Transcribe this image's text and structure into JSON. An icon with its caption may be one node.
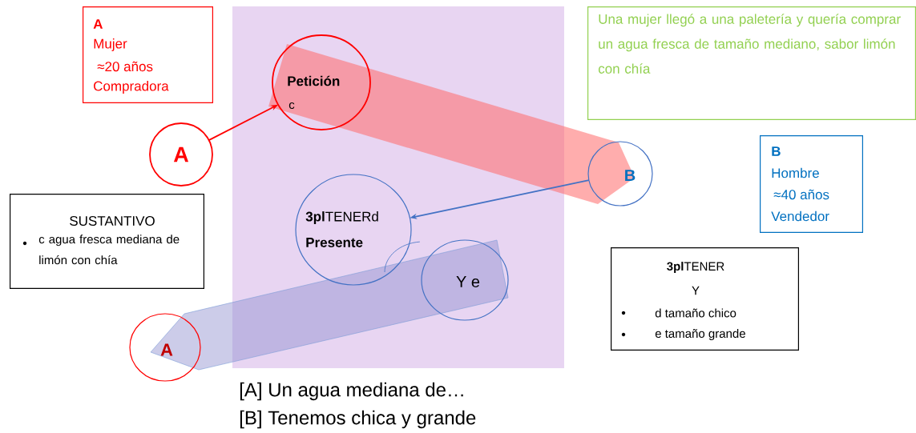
{
  "diagram": {
    "nodes": [
      {
        "text": [
          "A",
          "Mujer",
          "≈20 años",
          "Compradora"
        ]
      },
      {
        "text": [
          "A"
        ]
      },
      {
        "text": [
          "Petición",
          "c"
        ]
      },
      {
        "text": [
          "B"
        ]
      },
      {
        "text": [
          "**3pl**TENERd",
          "Presente"
        ]
      },
      {
        "text": [
          "Y e"
        ]
      },
      {
        "text": [
          "A"
        ]
      },
      {
        "text": [
          "SUSTANTIVO",
          "c agua fresca mediana de limón con chía"
        ]
      },
      {
        "text": [
          "Una mujer llegó a una paletería y quería comprar un agua fresca de tamaño mediano, sabor limón con chía"
        ]
      },
      {
        "text": [
          "B",
          "Hombre",
          "≈40 años",
          "Vendedor"
        ]
      },
      {
        "text": [
          "**3pl**TENER",
          "Y",
          "d tamaño chico",
          "e tamaño grande"
        ]
      }
    ],
    "edges": [
      {
        "from": 1,
        "to": 2,
        "arrow": "to",
        "color": "#ff0000"
      },
      {
        "from": 3,
        "to": 4,
        "arrow": "to",
        "color": "#4472c4"
      }
    ],
    "labels": [
      "[A] Un agua mediana de…",
      "[B] Tenemos chica y grande"
    ]
  }
}
